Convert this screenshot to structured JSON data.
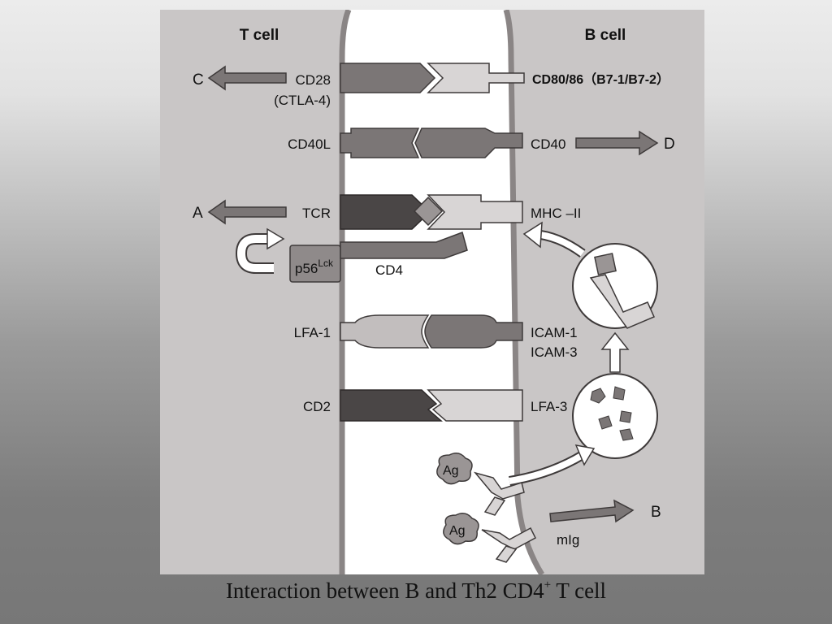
{
  "cells": {
    "t_cell": "T cell",
    "b_cell": "B cell"
  },
  "labels": {
    "cd28": "CD28",
    "ctla4": "(CTLA-4)",
    "cd80_86": "CD80/86（B7-1/B7-2）",
    "cd40l": "CD40L",
    "cd40": "CD40",
    "tcr": "TCR",
    "mhc2": "MHC –II",
    "p56": "p56",
    "lck": "Lck",
    "cd4": "CD4",
    "lfa1": "LFA-1",
    "icam1": "ICAM-1",
    "icam3": "ICAM-3",
    "cd2": "CD2",
    "lfa3": "LFA-3",
    "ag": "Ag",
    "mig": "mIg"
  },
  "outputs": {
    "c": "C",
    "d": "D",
    "a": "A",
    "b": "B"
  },
  "caption": {
    "text": "Interaction between B and Th2 CD4",
    "sup": "+",
    "suffix": " T cell"
  },
  "colors": {
    "panel": "#c9c6c6",
    "membrane": "#8a8585",
    "gap": "#ffffff",
    "dark": "#4a4646",
    "mid": "#7b7676",
    "light": "#d8d5d5"
  }
}
